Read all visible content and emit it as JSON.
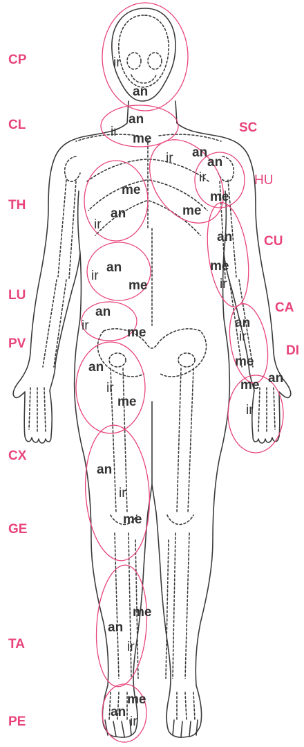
{
  "colors": {
    "accent": "#e8437b",
    "ink": "#333333"
  },
  "regions": [
    {
      "code": "CP",
      "side": "left"
    },
    {
      "code": "CL",
      "side": "left"
    },
    {
      "code": "SC",
      "side": "right"
    },
    {
      "code": "HU",
      "side": "right",
      "weight": "normal"
    },
    {
      "code": "TH",
      "side": "left"
    },
    {
      "code": "CU",
      "side": "right"
    },
    {
      "code": "LU",
      "side": "left"
    },
    {
      "code": "CA",
      "side": "right"
    },
    {
      "code": "PV",
      "side": "left"
    },
    {
      "code": "DI",
      "side": "right"
    },
    {
      "code": "CX",
      "side": "left"
    },
    {
      "code": "GE",
      "side": "left"
    },
    {
      "code": "TA",
      "side": "left"
    },
    {
      "code": "PE",
      "side": "left"
    }
  ],
  "view_labels": [
    {
      "region": "CP",
      "text": "ir",
      "bold": false
    },
    {
      "region": "CP",
      "text": "an",
      "bold": true
    },
    {
      "region": "CL",
      "text": "an",
      "bold": true
    },
    {
      "region": "CL",
      "text": "ir",
      "bold": false
    },
    {
      "region": "CL",
      "text": "me",
      "bold": true
    },
    {
      "region": "SC",
      "text": "ir",
      "bold": false
    },
    {
      "region": "SC",
      "text": "an",
      "bold": true
    },
    {
      "region": "SC",
      "text": "me",
      "bold": true
    },
    {
      "region": "HU",
      "text": "an",
      "bold": true
    },
    {
      "region": "HU",
      "text": "ir",
      "bold": false
    },
    {
      "region": "HU",
      "text": "me",
      "bold": true
    },
    {
      "region": "TH",
      "text": "me",
      "bold": true
    },
    {
      "region": "TH",
      "text": "an",
      "bold": true
    },
    {
      "region": "TH",
      "text": "ir",
      "bold": false
    },
    {
      "region": "CU",
      "text": "an",
      "bold": true
    },
    {
      "region": "CU",
      "text": "me",
      "bold": true
    },
    {
      "region": "CU",
      "text": "ir",
      "bold": false
    },
    {
      "region": "LU",
      "text": "an",
      "bold": true
    },
    {
      "region": "LU",
      "text": "ir",
      "bold": false
    },
    {
      "region": "LU",
      "text": "me",
      "bold": true
    },
    {
      "region": "PV",
      "text": "an",
      "bold": true
    },
    {
      "region": "PV",
      "text": "ir",
      "bold": false
    },
    {
      "region": "PV",
      "text": "me",
      "bold": true
    },
    {
      "region": "CA",
      "text": "an",
      "bold": true
    },
    {
      "region": "CA",
      "text": "ir",
      "bold": false
    },
    {
      "region": "CA",
      "text": "me",
      "bold": true
    },
    {
      "region": "DI",
      "text": "an",
      "bold": true
    },
    {
      "region": "DI",
      "text": "me",
      "bold": true
    },
    {
      "region": "DI",
      "text": "ir",
      "bold": false
    },
    {
      "region": "CX",
      "text": "an",
      "bold": true
    },
    {
      "region": "CX",
      "text": "ir",
      "bold": false
    },
    {
      "region": "CX",
      "text": "me",
      "bold": true
    },
    {
      "region": "GE",
      "text": "an",
      "bold": true
    },
    {
      "region": "GE",
      "text": "ir",
      "bold": false
    },
    {
      "region": "GE",
      "text": "me",
      "bold": true
    },
    {
      "region": "TA",
      "text": "me",
      "bold": true
    },
    {
      "region": "TA",
      "text": "an",
      "bold": true
    },
    {
      "region": "TA",
      "text": "ir",
      "bold": false
    },
    {
      "region": "PE",
      "text": "me",
      "bold": true
    },
    {
      "region": "PE",
      "text": "an",
      "bold": true
    },
    {
      "region": "PE",
      "text": "ir",
      "bold": false
    }
  ]
}
